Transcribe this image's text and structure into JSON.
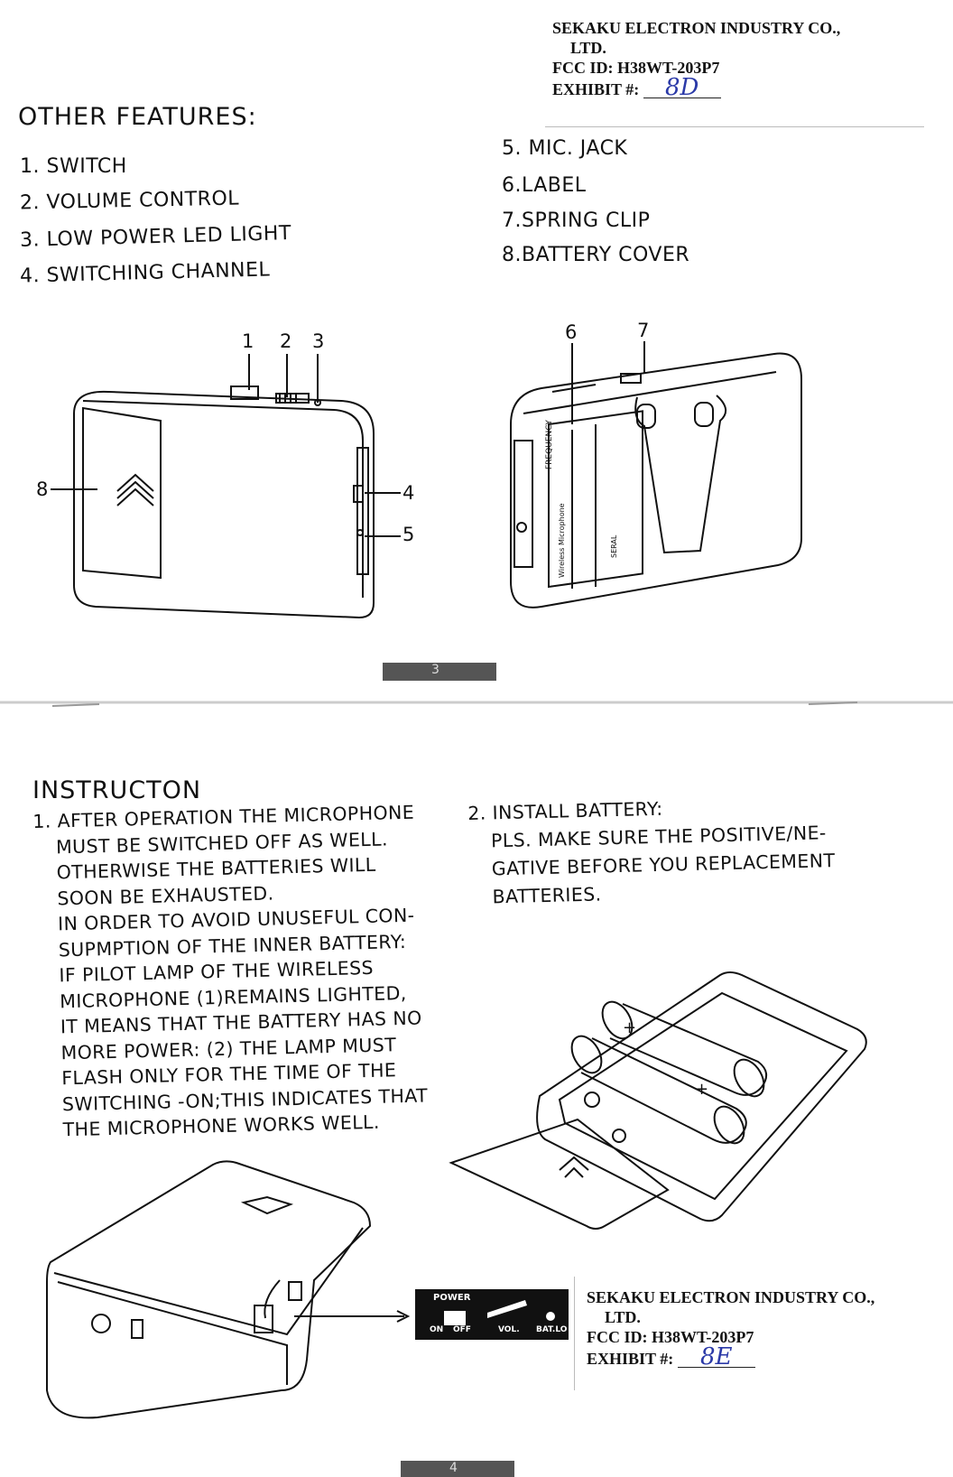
{
  "stamp_top": {
    "company_line1": "SEKAKU ELECTRON INDUSTRY CO.,",
    "company_line2": "LTD.",
    "fcc": "FCC ID: H38WT-203P7",
    "exhibit_label": "EXHIBIT #:",
    "exhibit_value": "8D"
  },
  "features": {
    "title": "OTHER FEATURES:",
    "items": [
      "1. SWITCH",
      "2. VOLUME CONTROL",
      "3. LOW POWER LED LIGHT",
      "4. SWITCHING CHANNEL",
      "5. MIC. JACK",
      "6.LABEL",
      "7.SPRING CLIP",
      "8.BATTERY COVER"
    ],
    "callouts": [
      "1",
      "2",
      "3",
      "4",
      "5",
      "6",
      "7",
      "8"
    ],
    "device_label": {
      "frequency": "FREQUENCY",
      "wireless": "Wireless Microphone",
      "serial": "SERAL"
    },
    "page_number": "3"
  },
  "instruction": {
    "title": "INSTRUCTON",
    "col1_lines": [
      "1. AFTER OPERATION THE MICROPHONE",
      "MUST BE SWITCHED OFF AS WELL.",
      "OTHERWISE THE BATTERIES WILL",
      "SOON  BE EXHAUSTED.",
      "IN ORDER TO AVOID UNUSEFUL CON-",
      "SUPMPTION OF THE INNER BATTERY:",
      "IF PILOT LAMP OF THE WIRELESS",
      "MICROPHONE (1)REMAINS LIGHTED,",
      "IT MEANS THAT THE BATTERY HAS NO",
      "MORE POWER: (2)  THE LAMP MUST",
      "FLASH ONLY FOR THE TIME OF THE",
      "SWITCHING -ON;THIS INDICATES THAT",
      "THE MICROPHONE WORKS WELL."
    ],
    "col2_lines": [
      "2. INSTALL BATTERY:",
      "PLS. MAKE SURE THE POSITIVE/NE-",
      "GATIVE BEFORE YOU REPLACEMENT",
      "BATTERIES."
    ],
    "panel": {
      "power": "POWER",
      "on": "ON",
      "off": "OFF",
      "vol": "VOL.",
      "batlo": "BAT.LO"
    },
    "battery_plus": "+",
    "page_number": "4"
  },
  "stamp_bottom": {
    "company_line1": "SEKAKU ELECTRON INDUSTRY CO.,",
    "company_line2": "LTD.",
    "fcc": "FCC ID: H38WT-203P7",
    "exhibit_label": "EXHIBIT #:",
    "exhibit_value": "8E"
  }
}
